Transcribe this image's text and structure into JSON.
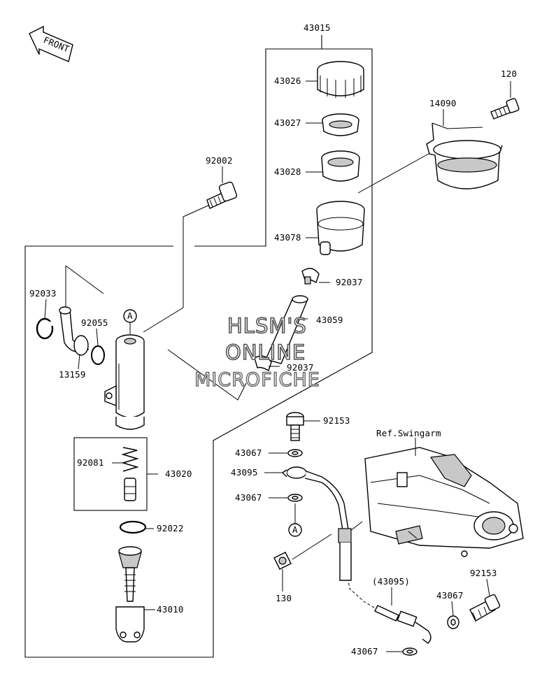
{
  "direction": {
    "front_label": "FRONT"
  },
  "labels": {
    "p43015": "43015",
    "p43026": "43026",
    "p43027": "43027",
    "p43028": "43028",
    "p43078": "43078",
    "p120": "120",
    "p14090": "14090",
    "p92002": "92002",
    "p92037a": "92037",
    "p43059": "43059",
    "p92037b": "92037",
    "p92033": "92033",
    "p92055": "92055",
    "p13159": "13159",
    "p92081": "92081",
    "p43020": "43020",
    "p92022": "92022",
    "p43010": "43010",
    "p92153a": "92153",
    "p43067a": "43067",
    "p43095": "43095",
    "p43067b": "43067",
    "p130": "130",
    "p43095ref": "(43095)",
    "p43067c": "43067",
    "p92153b": "92153",
    "p43067d": "43067",
    "ref_swingarm": "Ref.Swingarm"
  },
  "markers": {
    "a_top": "A",
    "a_bottom": "A"
  },
  "watermark": {
    "line1": "HLSM'S",
    "line2": "ONLINE",
    "line3": "MICROFICHE"
  }
}
